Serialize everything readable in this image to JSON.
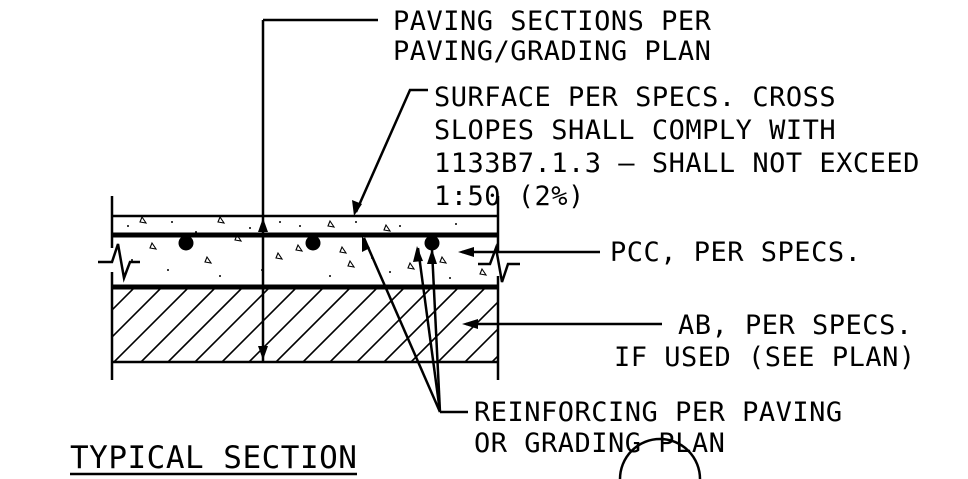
{
  "labels": {
    "paving_sections_1": "PAVING SECTIONS PER",
    "paving_sections_2": "PAVING/GRADING PLAN",
    "surface_1": "SURFACE PER SPECS. CROSS",
    "surface_2": "SLOPES SHALL COMPLY WITH",
    "surface_3": "1133B7.1.3 — SHALL NOT EXCEED",
    "surface_4": "1:50 (2%)",
    "pcc": "PCC, PER SPECS.",
    "ab_1": "AB, PER SPECS.",
    "ab_2": "IF USED (SEE PLAN)",
    "reinforcing_1": "REINFORCING PER PAVING",
    "reinforcing_2": "OR GRADING PLAN"
  },
  "title": "TYPICAL SECTION",
  "colors": {
    "line": "#000000",
    "background": "#ffffff"
  }
}
